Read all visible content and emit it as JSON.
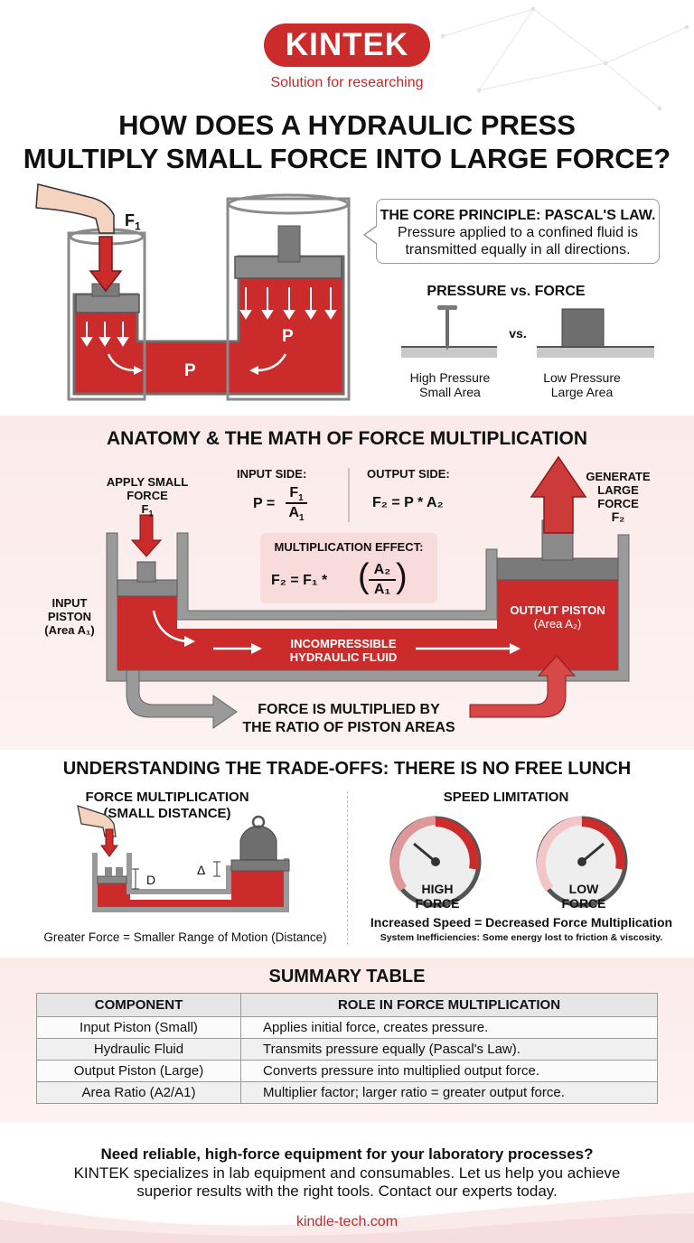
{
  "colors": {
    "brand": "#cc2b2b",
    "fluid": "#cc2b2b",
    "steel": "#7a7a7a",
    "band": "#fbeaea"
  },
  "header": {
    "logo": "KINTEK",
    "tagline": "Solution for researching",
    "title_line1": "HOW DOES A HYDRAULIC PRESS",
    "title_line2": "MULTIPLY SMALL FORCE INTO LARGE FORCE?"
  },
  "intro": {
    "f1": "F",
    "f1_sub": "1",
    "p_left": "P",
    "p_right": "P",
    "principle_title": "THE CORE PRINCIPLE: PASCAL'S LAW.",
    "principle_text_1": "Pressure applied to a confined fluid is",
    "principle_text_2": "transmitted equally in all directions.",
    "pressure_vs_force": "PRESSURE vs. FORCE",
    "vs": "vs.",
    "high_pressure_1": "High Pressure",
    "high_pressure_2": "Small Area",
    "low_pressure_1": "Low Pressure",
    "low_pressure_2": "Large Area"
  },
  "anatomy": {
    "heading": "ANATOMY & THE MATH OF FORCE MULTIPLICATION",
    "apply_1": "APPLY SMALL",
    "apply_2": "FORCE",
    "apply_f": "F",
    "apply_f_sub": "1",
    "input_side": "INPUT SIDE:",
    "input_formula_left": "P =",
    "input_num": "F",
    "input_num_sub": "1",
    "input_den": "A",
    "input_den_sub": "1",
    "output_side": "OUTPUT SIDE:",
    "output_formula": "F₂ = P * A₂",
    "generate_1": "GENERATE",
    "generate_2": "LARGE",
    "generate_3": "FORCE",
    "generate_f": "F₂",
    "mult_title": "MULTIPLICATION EFFECT:",
    "mult_left": "F₂ = F₁ *",
    "mult_num": "A₂",
    "mult_den": "A₁",
    "input_piston_1": "INPUT",
    "input_piston_2": "PISTON",
    "input_piston_3": "(Area A₁)",
    "fluid_1": "INCOMPRESSIBLE",
    "fluid_2": "HYDRAULIC FLUID",
    "output_piston_1": "OUTPUT PISTON",
    "output_piston_2": "(Area A₂)",
    "ratio_1": "FORCE IS MULTIPLIED BY",
    "ratio_2": "THE RATIO OF PISTON AREAS"
  },
  "tradeoffs": {
    "heading": "UNDERSTANDING THE TRADE-OFFS: THERE IS NO FREE LUNCH",
    "left_title_1": "FORCE MULTIPLICATION",
    "left_title_2": "(SMALL DISTANCE)",
    "d_label": "D",
    "delta_label": "Δ",
    "left_caption": "Greater Force = Smaller Range of Motion (Distance)",
    "right_title": "SPEED LIMITATION",
    "gauge1_1": "HIGH",
    "gauge1_2": "FORCE",
    "gauge2_1": "LOW",
    "gauge2_2": "FORCE",
    "right_caption": "Increased Speed = Decreased Force Multiplication",
    "right_note": "System Inefficiencies: Some energy lost to friction & viscosity."
  },
  "summary": {
    "heading": "SUMMARY TABLE",
    "columns": [
      "COMPONENT",
      "ROLE IN FORCE MULTIPLICATION"
    ],
    "rows": [
      [
        "Input Piston (Small)",
        "Applies initial force, creates pressure."
      ],
      [
        "Hydraulic Fluid",
        "Transmits pressure equally (Pascal's Law)."
      ],
      [
        "Output Piston (Large)",
        "Converts pressure into multiplied output force."
      ],
      [
        "Area Ratio (A2/A1)",
        "Multiplier factor; larger ratio = greater output force."
      ]
    ]
  },
  "footer": {
    "cta_bold": "Need reliable, high-force equipment for your laboratory processes?",
    "cta_text_1": "KINTEK specializes in lab equipment and consumables. Let us help you achieve",
    "cta_text_2": "superior results with the right tools. Contact our experts today.",
    "website": "kindle-tech.com"
  }
}
